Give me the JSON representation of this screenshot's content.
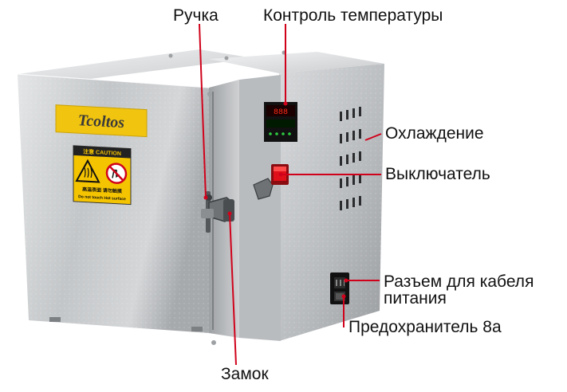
{
  "labels": {
    "handle": "Ручка",
    "temperature_control": "Контроль температуры",
    "cooling": "Охлаждение",
    "switch": "Выключатель",
    "power_connector_line1": "Разъем для кабеля",
    "power_connector_line2": "питания",
    "fuse": "Предохранитель 8а",
    "lock": "Замок"
  },
  "device": {
    "brand": "Tcoltos",
    "warning_title": "注意 CAUTION",
    "warning_cn": "高温表面  请勿触摸",
    "warning_en": "Do not touch Hot surface",
    "colors": {
      "steel": "#c9ccce",
      "pointer": "#d0021b",
      "logo_bg": "#f1c40f",
      "warning_bg": "#f5c400",
      "switch_red": "#e0101a"
    }
  }
}
